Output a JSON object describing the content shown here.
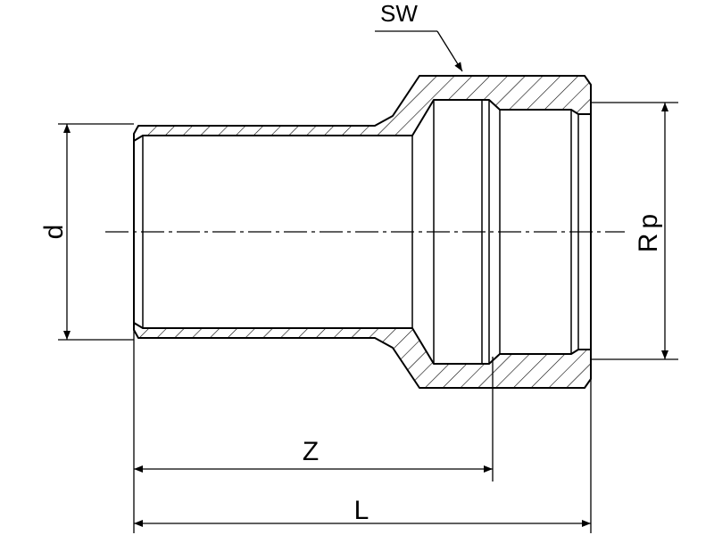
{
  "labels": {
    "sw": "SW",
    "d": "d",
    "rp": "Rp",
    "z": "Z",
    "l": "L"
  },
  "colors": {
    "line": "#000000",
    "background": "#ffffff"
  }
}
